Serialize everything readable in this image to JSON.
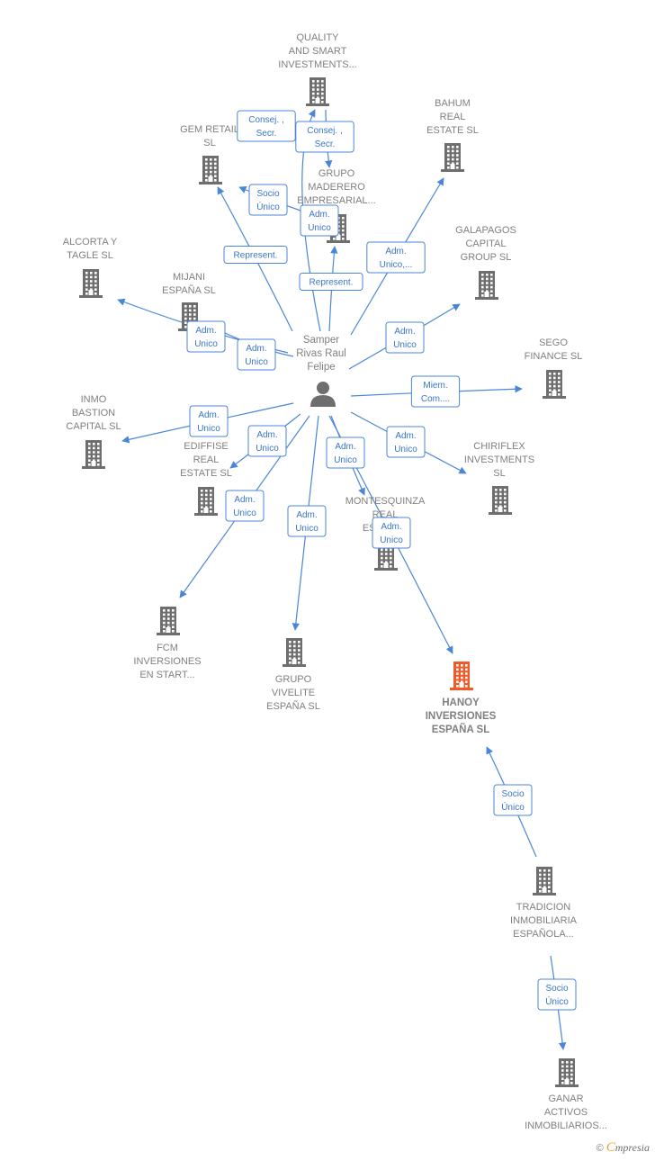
{
  "colors": {
    "edge": "#4a86d8",
    "company_icon": "#6e6e6e",
    "focus_icon": "#f05a28",
    "label": "#808080",
    "edge_label_text": "#3a75c8"
  },
  "nodes": [
    {
      "id": "person",
      "type": "person",
      "label": [
        "Samper",
        "Rivas Raul",
        "Felipe"
      ]
    },
    {
      "id": "quality",
      "type": "company",
      "label": [
        "QUALITY",
        "AND SMART",
        "INVESTMENTS..."
      ]
    },
    {
      "id": "bahum",
      "type": "company",
      "label": [
        "BAHUM",
        "REAL",
        "ESTATE  SL"
      ]
    },
    {
      "id": "gemretail",
      "type": "company",
      "label": [
        "GEM RETAIL",
        "SL"
      ]
    },
    {
      "id": "maderero",
      "type": "company",
      "label": [
        "GRUPO",
        "MADERERO",
        "EMPRESARIAL..."
      ]
    },
    {
      "id": "galapagos",
      "type": "company",
      "label": [
        "GALAPAGOS",
        "CAPITAL",
        "GROUP  SL"
      ]
    },
    {
      "id": "alcorta",
      "type": "company",
      "label": [
        "ALCORTA Y",
        "TAGLE  SL"
      ]
    },
    {
      "id": "mijani",
      "type": "company",
      "label": [
        "MIJANI",
        "ESPAÑA  SL"
      ]
    },
    {
      "id": "sego",
      "type": "company",
      "label": [
        "SEGO",
        "FINANCE  SL"
      ]
    },
    {
      "id": "inmo",
      "type": "company",
      "label": [
        "INMO",
        "BASTION",
        "CAPITAL  SL"
      ]
    },
    {
      "id": "ediffise",
      "type": "company",
      "label": [
        "EDIFFISE",
        "REAL",
        "ESTATE  SL"
      ]
    },
    {
      "id": "chiriflex",
      "type": "company",
      "label": [
        "CHIRIFLEX",
        "INVESTMENTS",
        "SL"
      ]
    },
    {
      "id": "montesquinza",
      "type": "company",
      "label": [
        "MONTESQUINZA",
        "REAL",
        "ESTATE..."
      ]
    },
    {
      "id": "fcm",
      "type": "company",
      "label": [
        "FCM",
        "INVERSIONES",
        "EN START..."
      ]
    },
    {
      "id": "vivelite",
      "type": "company",
      "label": [
        "GRUPO",
        "VIVELITE",
        "ESPAÑA  SL"
      ]
    },
    {
      "id": "hanoy",
      "type": "focus",
      "label": [
        "HANOY",
        "INVERSIONES",
        "ESPAÑA  SL"
      ]
    },
    {
      "id": "tradicion",
      "type": "company",
      "label": [
        "TRADICION",
        "INMOBILIARIA",
        "ESPAÑOLA..."
      ]
    },
    {
      "id": "ganar",
      "type": "company",
      "label": [
        "GANAR",
        "ACTIVOS",
        "INMOBILIARIOS..."
      ]
    }
  ],
  "edges": [
    {
      "from": "person",
      "to": "quality",
      "label": [
        "Consej. ,",
        "Secr."
      ]
    },
    {
      "from": "quality",
      "to": "maderero",
      "label": [
        "Consej. ,",
        "Secr."
      ]
    },
    {
      "from": "person",
      "to": "gemretail",
      "label": [
        "Represent."
      ]
    },
    {
      "from": "maderero",
      "to": "gemretail",
      "label": [
        "Socio",
        "Único"
      ]
    },
    {
      "from": "person",
      "to": "maderero",
      "label": [
        "Represent."
      ]
    },
    {
      "from": "person",
      "to": "bahum",
      "label": [
        "Adm.",
        "Unico,..."
      ]
    },
    {
      "from": "person",
      "to": "galapagos",
      "label": [
        "Adm.",
        "Unico"
      ]
    },
    {
      "from": "person",
      "to": "alcorta",
      "label": [
        "Adm.",
        "Unico"
      ]
    },
    {
      "from": "person",
      "to": "mijani",
      "label": [
        "Adm.",
        "Unico"
      ]
    },
    {
      "from": "person",
      "to": "sego",
      "label": [
        "Miem.",
        "Com...."
      ]
    },
    {
      "from": "person",
      "to": "inmo",
      "label": [
        "Adm.",
        "Unico"
      ]
    },
    {
      "from": "person",
      "to": "ediffise",
      "label": [
        "Adm.",
        "Unico"
      ]
    },
    {
      "from": "person",
      "to": "chiriflex",
      "label": [
        "Adm.",
        "Unico"
      ]
    },
    {
      "from": "person",
      "to": "montesquinza",
      "label": [
        "Adm.",
        "Unico"
      ]
    },
    {
      "from": "person",
      "to": "fcm",
      "label": [
        "Adm.",
        "Unico"
      ]
    },
    {
      "from": "person",
      "to": "vivelite",
      "label": [
        "Adm.",
        "Unico"
      ]
    },
    {
      "from": "person",
      "to": "hanoy",
      "label": [
        "Adm.",
        "Unico"
      ]
    },
    {
      "from": "tradicion",
      "to": "hanoy",
      "label": [
        "Socio",
        "Único"
      ]
    },
    {
      "from": "tradicion",
      "to": "ganar",
      "label": [
        "Socio",
        "Único"
      ]
    },
    {
      "from": "maderero",
      "to": "maderero",
      "label": [
        "Adm.",
        "Unico"
      ]
    }
  ],
  "footer": {
    "copyright": "©",
    "brand_initial": "C",
    "brand_rest": "mpresia"
  }
}
